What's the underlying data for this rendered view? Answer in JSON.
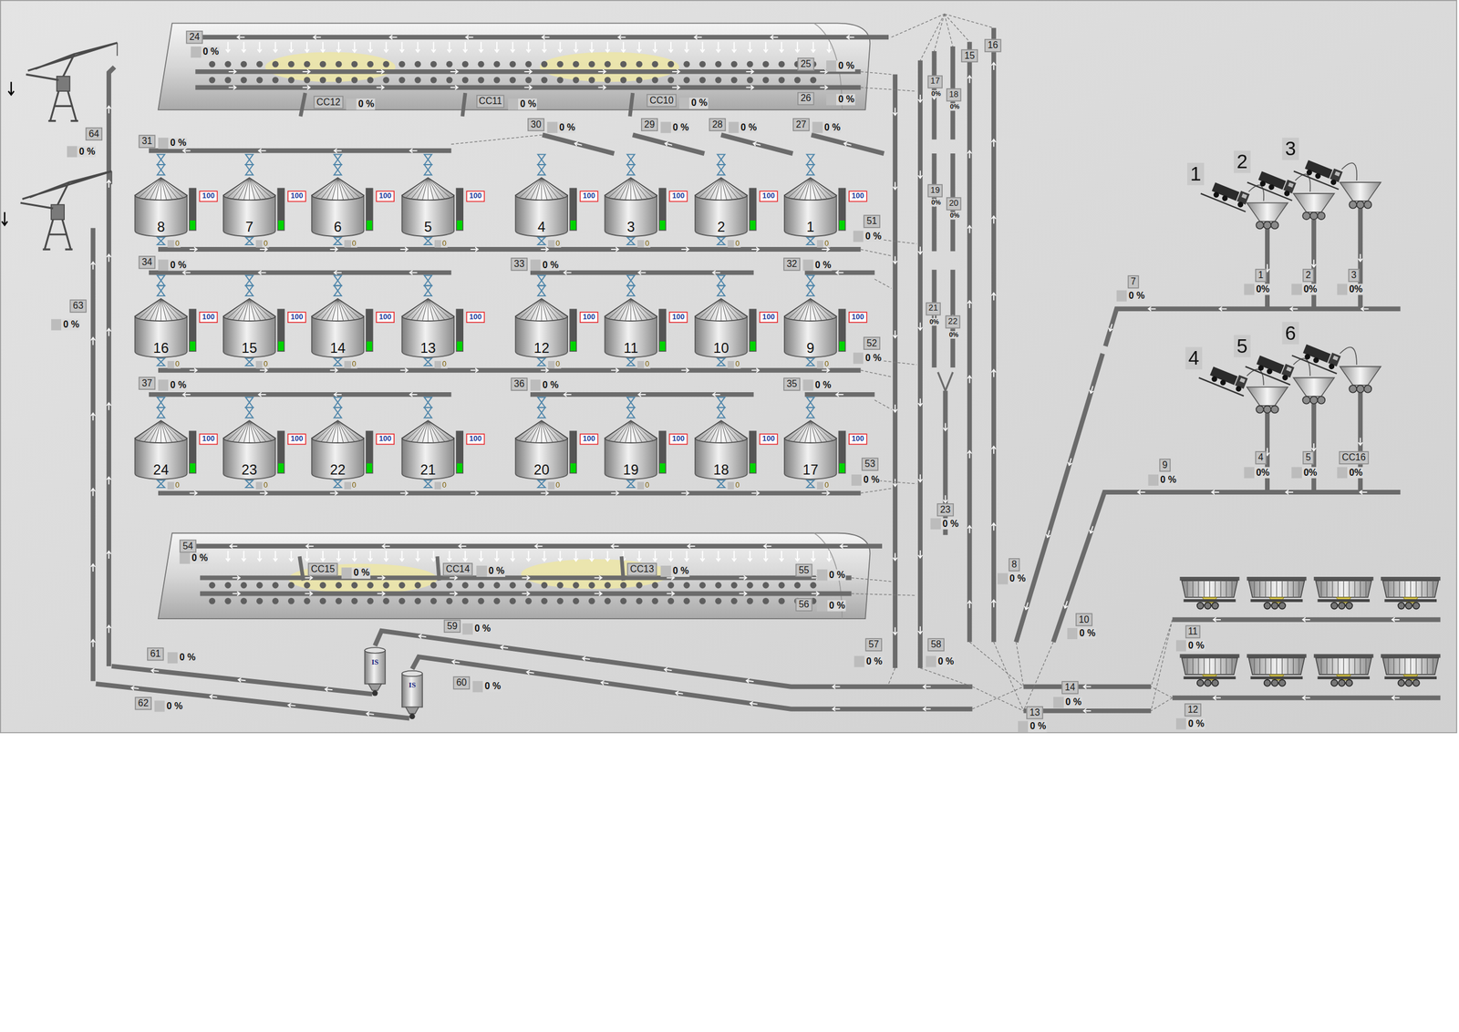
{
  "diagram": {
    "nodes": [
      {
        "text": [
          "24",
          "0 %"
        ]
      },
      {
        "text": [
          "25",
          "0 %"
        ]
      },
      {
        "text": [
          "26",
          "0 %"
        ]
      },
      {
        "text": [
          "CC12",
          "0 %"
        ]
      },
      {
        "text": [
          "CC11",
          "0 %"
        ]
      },
      {
        "text": [
          "CC10",
          "0 %"
        ]
      },
      {
        "text": [
          "31",
          "0 %"
        ]
      },
      {
        "text": [
          "30",
          "0 %"
        ]
      },
      {
        "text": [
          "29",
          "0 %"
        ]
      },
      {
        "text": [
          "28",
          "0 %"
        ]
      },
      {
        "text": [
          "27",
          "0 %"
        ]
      },
      {
        "text": [
          "16"
        ]
      },
      {
        "text": [
          "15"
        ]
      },
      {
        "text": [
          "17",
          "0%"
        ]
      },
      {
        "text": [
          "18",
          "0%"
        ]
      },
      {
        "text": [
          "19",
          "0%"
        ]
      },
      {
        "text": [
          "20",
          "0%"
        ]
      },
      {
        "text": [
          "51",
          "0 %"
        ]
      },
      {
        "text": [
          "34",
          "0 %"
        ]
      },
      {
        "text": [
          "33",
          "0 %"
        ]
      },
      {
        "text": [
          "32",
          "0 %"
        ]
      },
      {
        "text": [
          "21",
          "0%"
        ]
      },
      {
        "text": [
          "22",
          "0%"
        ]
      },
      {
        "text": [
          "52",
          "0 %"
        ]
      },
      {
        "text": [
          "37",
          "0 %"
        ]
      },
      {
        "text": [
          "36",
          "0 %"
        ]
      },
      {
        "text": [
          "35",
          "0 %"
        ]
      },
      {
        "text": [
          "53",
          "0 %"
        ]
      },
      {
        "text": [
          "23",
          "0 %"
        ]
      },
      {
        "text": [
          "54",
          "0 %"
        ]
      },
      {
        "text": [
          "CC15",
          "0 %"
        ]
      },
      {
        "text": [
          "CC14",
          "0 %"
        ]
      },
      {
        "text": [
          "CC13",
          "0 %"
        ]
      },
      {
        "text": [
          "55",
          "0 %"
        ]
      },
      {
        "text": [
          "56",
          "0 %"
        ]
      },
      {
        "text": [
          "57",
          "0 %"
        ]
      },
      {
        "text": [
          "58",
          "0 %"
        ]
      },
      {
        "text": [
          "59",
          "0 %"
        ]
      },
      {
        "text": [
          "60",
          "0 %"
        ]
      },
      {
        "text": [
          "61",
          "0 %"
        ]
      },
      {
        "text": [
          "62",
          "0 %"
        ]
      },
      {
        "text": [
          "63",
          "0 %"
        ]
      },
      {
        "text": [
          "64",
          "0 %"
        ]
      },
      {
        "text": [
          "7",
          "0 %"
        ]
      },
      {
        "text": [
          "1",
          "0%"
        ]
      },
      {
        "text": [
          "2",
          "0%"
        ]
      },
      {
        "text": [
          "3",
          "0%"
        ]
      },
      {
        "text": [
          "9",
          "0 %"
        ]
      },
      {
        "text": [
          "4",
          "0%"
        ]
      },
      {
        "text": [
          "5",
          "0%"
        ]
      },
      {
        "text": [
          "CC16",
          "0%"
        ]
      },
      {
        "text": [
          "8",
          "0 %"
        ]
      },
      {
        "text": [
          "10",
          "0 %"
        ]
      },
      {
        "text": [
          "11",
          "0 %"
        ]
      },
      {
        "text": [
          "14",
          "0 %"
        ]
      },
      {
        "text": [
          "12",
          "0 %"
        ]
      },
      {
        "text": [
          "13",
          "0 %"
        ]
      },
      {
        "text": [
          "8"
        ]
      },
      {
        "text": [
          "7"
        ]
      },
      {
        "text": [
          "6"
        ]
      },
      {
        "text": [
          "5"
        ]
      },
      {
        "text": [
          "4"
        ]
      },
      {
        "text": [
          "3"
        ]
      },
      {
        "text": [
          "2"
        ]
      },
      {
        "text": [
          "1"
        ]
      },
      {
        "text": [
          "16"
        ]
      },
      {
        "text": [
          "15"
        ]
      },
      {
        "text": [
          "14"
        ]
      },
      {
        "text": [
          "13"
        ]
      },
      {
        "text": [
          "12"
        ]
      },
      {
        "text": [
          "11"
        ]
      },
      {
        "text": [
          "10"
        ]
      },
      {
        "text": [
          "9"
        ]
      },
      {
        "text": [
          "24"
        ]
      },
      {
        "text": [
          "23"
        ]
      },
      {
        "text": [
          "22"
        ]
      },
      {
        "text": [
          "21"
        ]
      },
      {
        "text": [
          "20"
        ]
      },
      {
        "text": [
          "19"
        ]
      },
      {
        "text": [
          "18"
        ]
      },
      {
        "text": [
          "17"
        ]
      },
      {
        "text": [
          "100"
        ]
      },
      {
        "text": [
          "100"
        ]
      },
      {
        "text": [
          "100"
        ]
      },
      {
        "text": [
          "100"
        ]
      },
      {
        "text": [
          "100"
        ]
      },
      {
        "text": [
          "100"
        ]
      },
      {
        "text": [
          "100"
        ]
      },
      {
        "text": [
          "100"
        ]
      },
      {
        "text": [
          "100"
        ]
      },
      {
        "text": [
          "100"
        ]
      },
      {
        "text": [
          "100"
        ]
      },
      {
        "text": [
          "100"
        ]
      },
      {
        "text": [
          "100"
        ]
      },
      {
        "text": [
          "100"
        ]
      },
      {
        "text": [
          "100"
        ]
      },
      {
        "text": [
          "100"
        ]
      },
      {
        "text": [
          "100"
        ]
      },
      {
        "text": [
          "100"
        ]
      },
      {
        "text": [
          "100"
        ]
      },
      {
        "text": [
          "100"
        ]
      },
      {
        "text": [
          "100"
        ]
      },
      {
        "text": [
          "100"
        ]
      },
      {
        "text": [
          "100"
        ]
      },
      {
        "text": [
          "100"
        ]
      },
      {
        "text": [
          "IS"
        ]
      },
      {
        "text": [
          "IS"
        ]
      }
    ],
    "labels": [
      "1",
      "2",
      "3",
      "4",
      "5",
      "6",
      "0",
      "0",
      "0",
      "0",
      "0",
      "0",
      "0",
      "0",
      "0",
      "0",
      "0",
      "0",
      "0",
      "0",
      "0",
      "0",
      "0",
      "0",
      "0",
      "0",
      "0",
      "0",
      "0",
      "0"
    ]
  }
}
